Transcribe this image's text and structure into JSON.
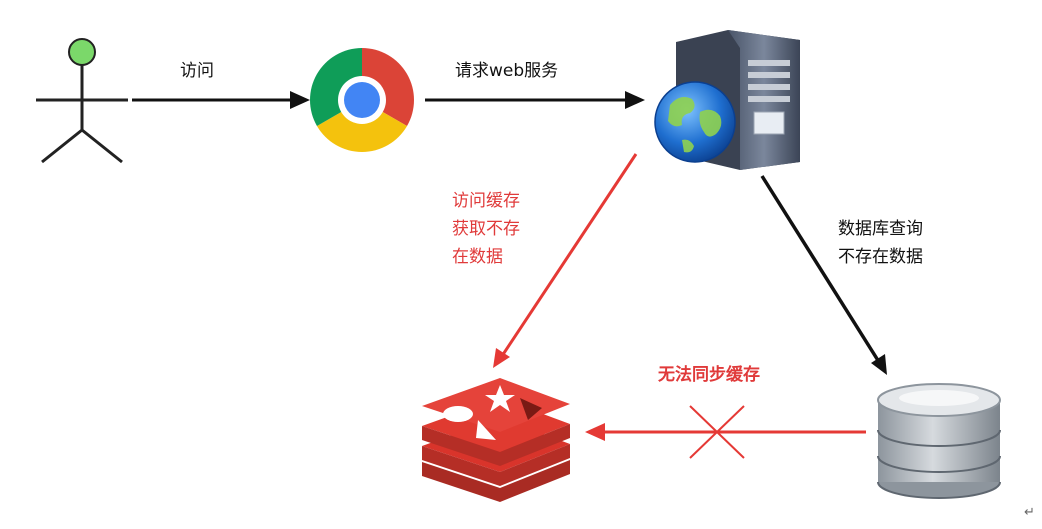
{
  "colors": {
    "black_arrow": "#111111",
    "red_arrow": "#e53935",
    "label_red": "#e03a3a",
    "user_head": "#7bd86a",
    "redis_red": "#d9342b",
    "db_grey": "#9aa3ab"
  },
  "icons": {
    "user": "stick-figure-icon",
    "browser": "chrome-browser-icon",
    "server": "web-server-icon",
    "cache": "redis-cache-icon",
    "database": "database-icon"
  },
  "edges": {
    "visit": {
      "label": "访问"
    },
    "request_web": {
      "label": "请求web服务"
    },
    "cache_access": {
      "lines": [
        "访问缓存",
        "获取不存",
        "在数据"
      ]
    },
    "db_query": {
      "lines": [
        "数据库查询",
        "不存在数据"
      ]
    },
    "sync_fail": {
      "label": "无法同步缓存"
    }
  },
  "footer": {
    "mark": "↵"
  }
}
